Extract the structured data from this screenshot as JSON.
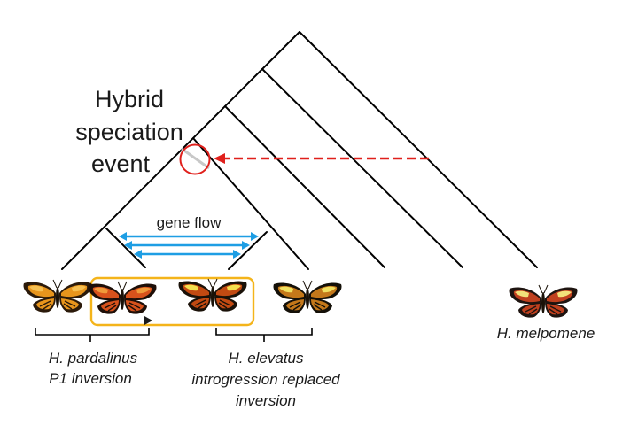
{
  "title_lines": [
    "Hybrid",
    "speciation",
    "event"
  ],
  "gene_flow_label": "gene flow",
  "group_labels": {
    "pardalinus": [
      "H. pardalinus",
      "P1 inversion"
    ],
    "elevatus": [
      "H. elevatus",
      "introgression replaced",
      "inversion"
    ],
    "melpomene": [
      "H. melpomene"
    ]
  },
  "taxa": [
    {
      "id": "pardalinus-left",
      "wing": "#e8951c",
      "band": "#f6c052",
      "dark": "#2b1a0a"
    },
    {
      "id": "pardalinus-right",
      "wing": "#d8521c",
      "band": "#f09b3a",
      "dark": "#1e0f08"
    },
    {
      "id": "elevatus-left",
      "wing": "#c24a12",
      "band": "#f4e04e",
      "dark": "#1a1108"
    },
    {
      "id": "elevatus-right",
      "wing": "#c4781a",
      "band": "#f0e060",
      "dark": "#141008"
    },
    {
      "id": "melpomene",
      "wing": "#c0401e",
      "band": "#f2e27a",
      "dark": "#1e1410"
    }
  ],
  "colors": {
    "tree": "#000000",
    "gene_flow": "#1e9ee4",
    "hybrid": "#e0201c",
    "box": "#f4b41a"
  }
}
